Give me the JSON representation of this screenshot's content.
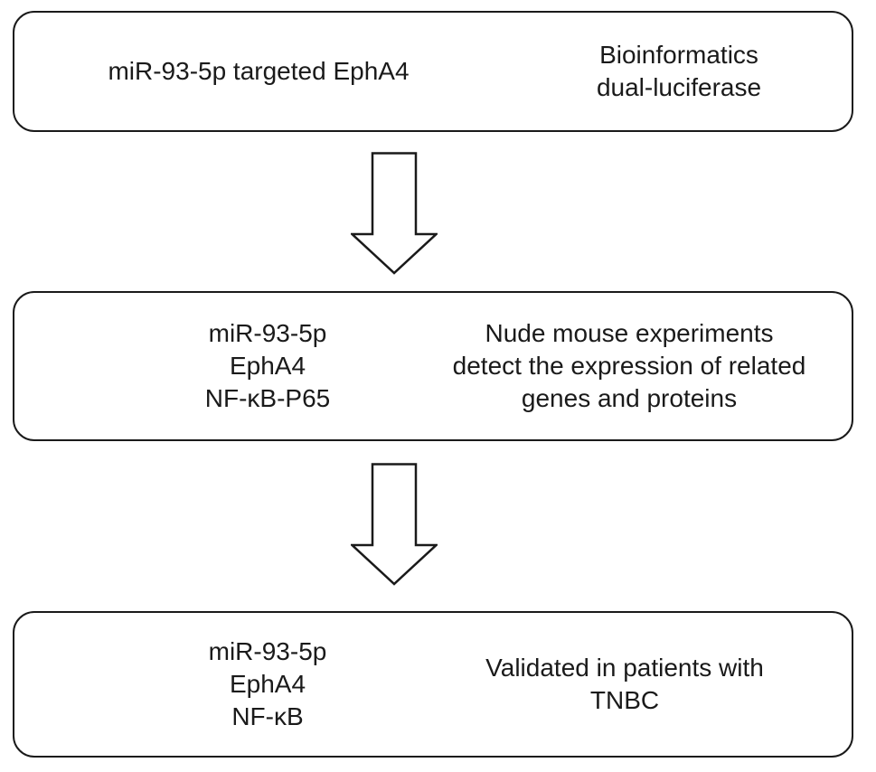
{
  "steps": [
    {
      "left_lines": [
        "miR-93-5p targeted EphA4"
      ],
      "right_lines": [
        "Bioinformatics",
        "dual-luciferase"
      ]
    },
    {
      "left_lines": [
        "miR-93-5p",
        "EphA4",
        "NF-κB-P65"
      ],
      "right_lines": [
        "Nude mouse experiments",
        "detect the expression of related",
        "genes and proteins"
      ]
    },
    {
      "left_lines": [
        "miR-93-5p",
        "EphA4",
        "NF-κB"
      ],
      "right_lines": [
        "Validated in patients with",
        "TNBC"
      ]
    }
  ],
  "arrows": [
    {
      "icon": "down-arrow-icon"
    },
    {
      "icon": "down-arrow-icon"
    }
  ]
}
